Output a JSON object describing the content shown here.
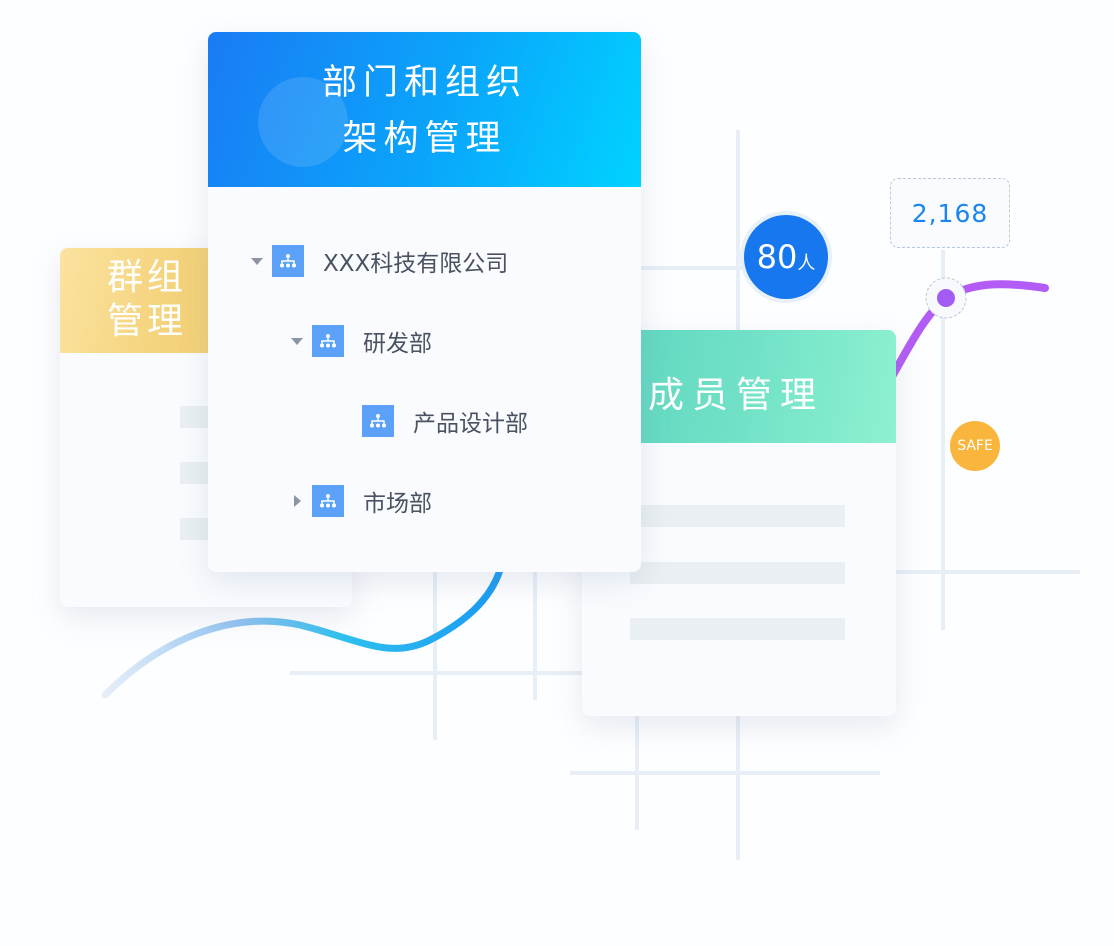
{
  "cards": {
    "group": {
      "title": "群组管理",
      "color": "#f2cd6c"
    },
    "org": {
      "title_line1": "部门和组织",
      "title_line2": "架构管理",
      "color": "#1a7bf4"
    },
    "member": {
      "title": "成员管理",
      "color": "#70e1c6"
    }
  },
  "tree": [
    {
      "label": "XXX科技有限公司",
      "expanded": true,
      "level": 0
    },
    {
      "label": "研发部",
      "expanded": true,
      "level": 1
    },
    {
      "label": "产品设计部",
      "expanded": null,
      "level": 2
    },
    {
      "label": "市场部",
      "expanded": false,
      "level": 1
    }
  ],
  "badges": {
    "people_count": "80",
    "people_unit": "人",
    "tooltip_value": "2,168",
    "safe_label": "SAFE"
  },
  "colors": {
    "accent_blue": "#1677ee",
    "purple": "#b35cf5",
    "orange": "#f9b53c"
  }
}
